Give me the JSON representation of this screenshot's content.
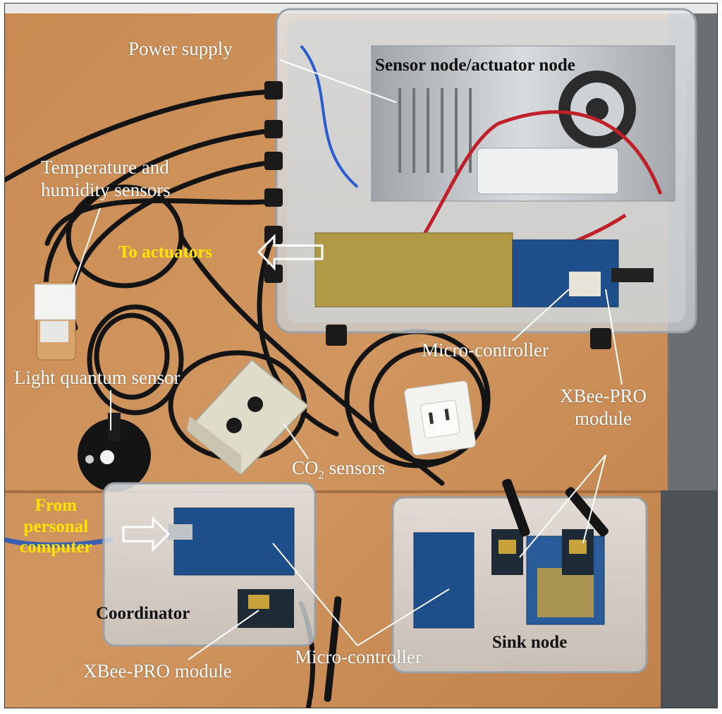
{
  "labels": {
    "power_supply": "Power supply",
    "sensor_node": "Sensor node/actuator node",
    "temp_humidity": "Temperature and\nhumidity sensors",
    "to_actuators": "To actuators",
    "micro_controller_top": "Micro-controller",
    "light_quantum": "Light quantum sensor",
    "xbee_top": "XBee-PRO\nmodule",
    "co2_prefix": "CO",
    "co2_sub": "2",
    "co2_suffix": " sensors",
    "from_pc": "From\npersonal\ncomputer",
    "coordinator": "Coordinator",
    "sink_node": "Sink node",
    "xbee_bottom": "XBee-PRO module",
    "micro_controller_bottom": "Micro-controller"
  },
  "colors": {
    "table_wood": "#c98a52",
    "highlight_label": "#ffe500",
    "label_white": "#ffffff",
    "label_dark": "#111111",
    "pcb_blue": "#1f4f8a"
  }
}
